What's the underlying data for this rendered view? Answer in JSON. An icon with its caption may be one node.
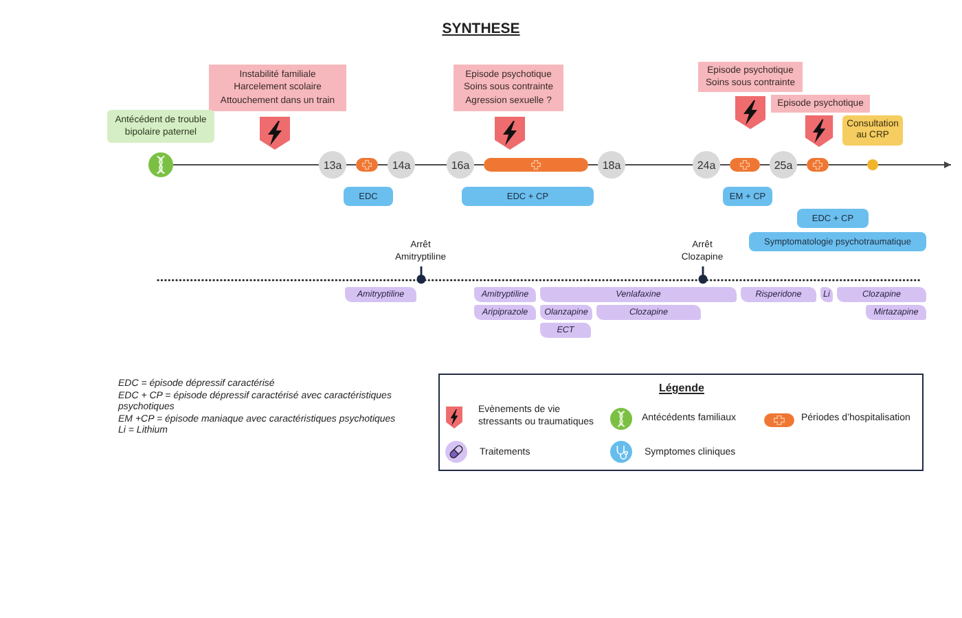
{
  "diagram": {
    "title": "SYNTHESE",
    "nodes": [
      {
        "text": [
          "Instabilité familiale",
          "Harcelement scolaire",
          "Attouchement dans un train"
        ]
      },
      {
        "text": [
          "Episode psychotique",
          "Soins sous contrainte",
          "Agression sexuelle ?"
        ]
      },
      {
        "text": [
          "Episode psychotique",
          "Soins sous contrainte"
        ]
      },
      {
        "text": [
          "Episode psychotique"
        ]
      },
      {
        "text": [
          "Antécédent de trouble bipolaire paternel"
        ]
      },
      {
        "text": [
          "Consultation au CRP"
        ]
      },
      {
        "text": [],
        "shape": "circle"
      },
      {
        "text": [
          "13a"
        ]
      },
      {
        "text": [],
        "shape": "box"
      },
      {
        "text": [
          "14a"
        ]
      },
      {
        "text": [
          "16a"
        ]
      },
      {
        "text": [],
        "shape": "bar"
      },
      {
        "text": [
          "18a"
        ]
      },
      {
        "text": [
          "24a"
        ]
      },
      {
        "text": [],
        "shape": "box"
      },
      {
        "text": [
          "25a"
        ]
      },
      {
        "text": [],
        "shape": "box"
      },
      {
        "text": [],
        "shape": "circle"
      },
      {
        "text": [
          "EDC"
        ]
      },
      {
        "text": [
          "EDC + CP"
        ]
      },
      {
        "text": [
          "EM + CP"
        ]
      },
      {
        "text": [
          "EDC + CP"
        ]
      },
      {
        "text": [
          "Symptomatologie psychotraumatique"
        ]
      },
      {
        "text": [
          "Amitryptiline"
        ]
      },
      {
        "text": [
          "Amitryptiline"
        ]
      },
      {
        "text": [
          "Venlafaxine"
        ]
      },
      {
        "text": [
          "Risperidone"
        ]
      },
      {
        "text": [
          "Li"
        ]
      },
      {
        "text": [
          "Clozapine"
        ]
      },
      {
        "text": [
          "Aripiprazole"
        ]
      },
      {
        "text": [
          "Olanzapine"
        ]
      },
      {
        "text": [
          "Clozapine"
        ]
      },
      {
        "text": [
          "Mirtazapine"
        ]
      },
      {
        "text": [
          "ECT"
        ]
      }
    ],
    "edges": [
      {
        "from": 6,
        "to": 7,
        "arrow": "none"
      },
      {
        "from": 7,
        "to": 8,
        "arrow": "none"
      },
      {
        "from": 8,
        "to": 9,
        "arrow": "none"
      },
      {
        "from": 9,
        "to": 10,
        "arrow": "none"
      },
      {
        "from": 10,
        "to": 11,
        "arrow": "none"
      },
      {
        "from": 11,
        "to": 12,
        "arrow": "none"
      },
      {
        "from": 12,
        "to": 13,
        "arrow": "none"
      },
      {
        "from": 13,
        "to": 14,
        "arrow": "none"
      },
      {
        "from": 14,
        "to": 15,
        "arrow": "none"
      },
      {
        "from": 15,
        "to": 16,
        "arrow": "none"
      },
      {
        "from": 16,
        "to": 17,
        "arrow": "none"
      },
      {
        "from": 17,
        "to": null,
        "arrow": "to"
      }
    ],
    "labels": [
      "Arrêt Amitryptiline",
      "Arrêt Clozapine",
      "EDC = épisode dépressif caractérisé",
      "EDC + CP = épisode dépressif caractérisé avec caractéristiques psychotiques",
      "EM +CP = épisode maniaque avec caractéristiques psychotiques",
      "Li = Lithium",
      "Légende"
    ],
    "legend": [
      {
        "text": "Evènements de vie stressants ou traumatiques"
      },
      {
        "text": "Antécédents familiaux"
      },
      {
        "text": "Périodes d’hospitalisation"
      },
      {
        "text": "Traitements"
      },
      {
        "text": "Symptomes cliniques"
      }
    ]
  }
}
